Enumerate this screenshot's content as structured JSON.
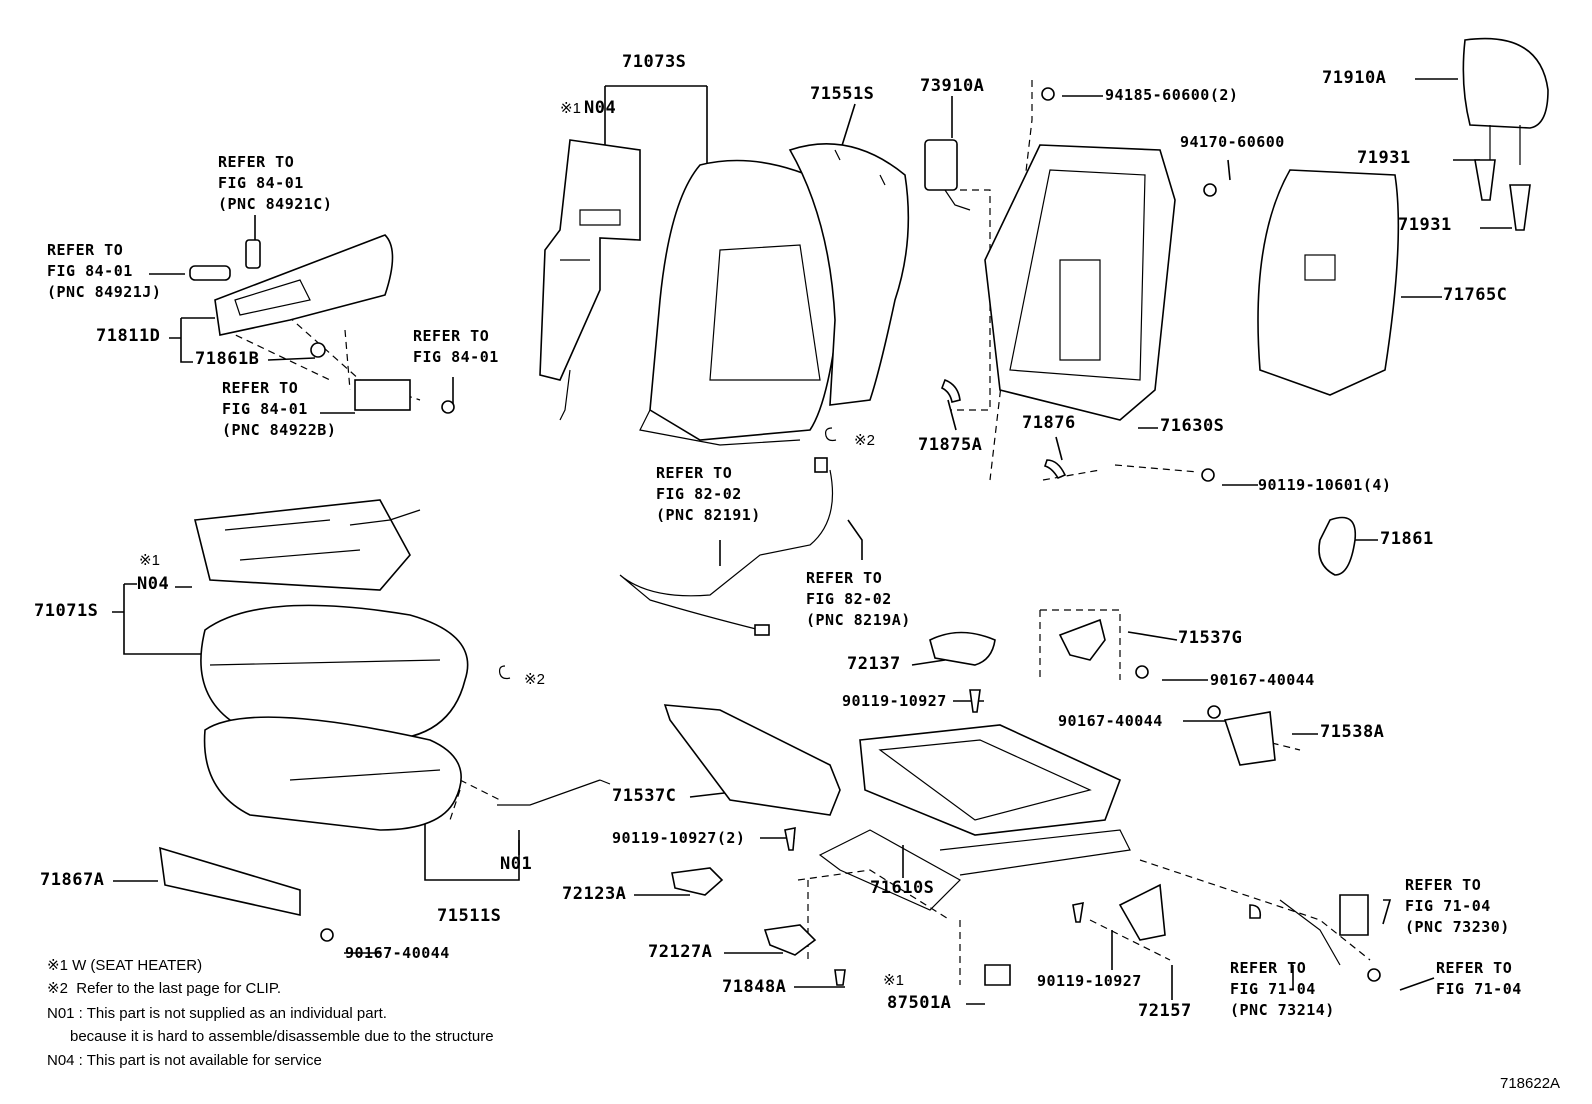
{
  "diagram": {
    "figure_number": "718622A",
    "parts": {
      "p71073S": "71073S",
      "p71551S": "71551S",
      "p73910A": "73910A",
      "p94185": "94185-60600(2)",
      "p71910A": "71910A",
      "p71931a": "71931",
      "p94170": "94170-60600",
      "p71931b": "71931",
      "p71765C": "71765C",
      "p71811D": "71811D",
      "p71861B": "71861B",
      "p71876": "71876",
      "p71630S": "71630S",
      "p71875A": "71875A",
      "p90119_10601": "90119-10601(4)",
      "p71861": "71861",
      "p71071S": "71071S",
      "p71537G": "71537G",
      "p72137": "72137",
      "p90167_a": "90167-40044",
      "p90119_10927a": "90119-10927",
      "p90167_b": "90167-40044",
      "p71538A": "71538A",
      "p71537C": "71537C",
      "p90119_10927_2": "90119-10927(2)",
      "p71867A": "71867A",
      "p72123A": "72123A",
      "p71610S": "71610S",
      "p71511S": "71511S",
      "p90167_c": "90167-40044",
      "p72127A": "72127A",
      "p71848A": "71848A",
      "p87501A": "87501A",
      "p90119_10927b": "90119-10927",
      "p72157": "72157",
      "pN04a": "N04",
      "pN04b": "N04",
      "pN01": "N01"
    },
    "marks": {
      "m1a": "※1",
      "m1b": "※1",
      "m1c": "※1",
      "m2a": "※2",
      "m2b": "※2"
    },
    "refs": {
      "r1": "REFER TO\nFIG 84-01\n(PNC 84921C)",
      "r2": "REFER TO\nFIG 84-01\n(PNC 84921J)",
      "r3": "REFER TO\nFIG 84-01",
      "r4": "REFER TO\nFIG 84-01\n(PNC 84922B)",
      "r5": "REFER TO\nFIG 82-02\n(PNC 82191)",
      "r6": "REFER TO\nFIG 82-02\n(PNC 8219A)",
      "r7": "REFER TO\nFIG 71-04\n(PNC 73230)",
      "r8": "REFER TO\nFIG 71-04\n(PNC 73214)",
      "r9": "REFER TO\nFIG 71-04"
    },
    "notes": {
      "n1": "※1 W (SEAT HEATER)",
      "n2": "※2  Refer to the last page for CLIP.",
      "n3": "N01 : This part is not supplied as an individual part.",
      "n4": "because it is hard to assemble/disassemble due to the structure",
      "n5": "N04 : This part is not available for service"
    }
  }
}
